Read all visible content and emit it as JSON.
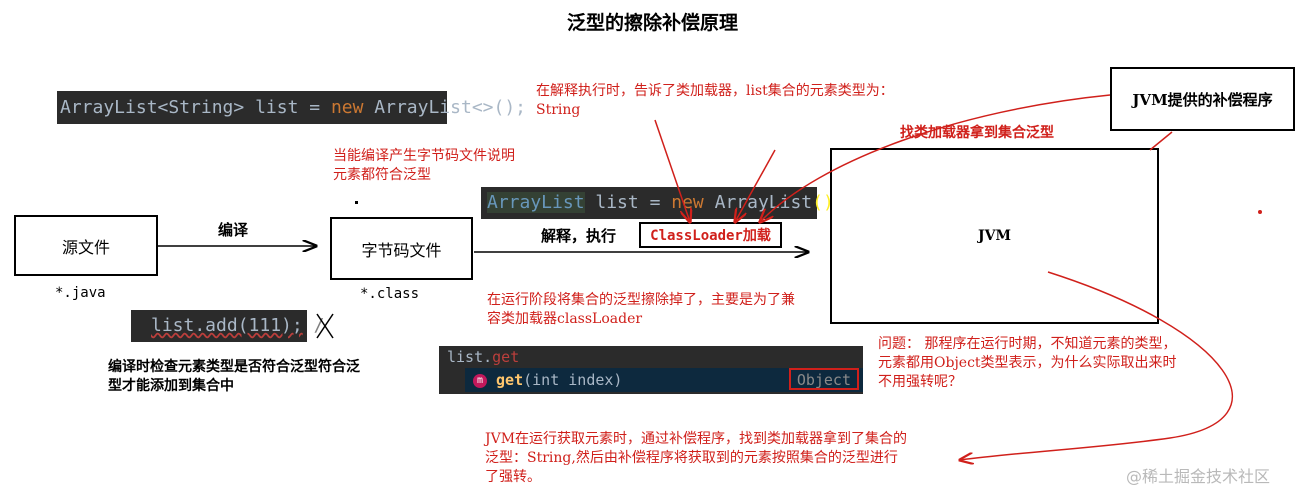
{
  "title": "泛型的擦除补偿原理",
  "code_top": {
    "part1": "ArrayList<String> list = ",
    "kw": "new",
    "part2": " ArrayList<>();"
  },
  "note_runtime": "在解释执行时，告诉了类加载器，list集合的元素类型为：String",
  "box_jvm_comp": "JVM提供的补偿程序",
  "label_find_loader": "找类加载器拿到集合泛型",
  "note_compile_ok": "当能编译产生字节码文件说明元素都符合泛型",
  "code_mid": {
    "part1": "ArrayList",
    "part2": " list = ",
    "kw": "new",
    "part3": " ArrayList",
    "part4": "();"
  },
  "box_source": "源文件",
  "label_compile": "编译",
  "box_bytecode": "字节码文件",
  "label_interpret": "解释，执行",
  "box_classloader": "ClassLoader加载",
  "box_jvm": "JVM",
  "ext_java": "*.java",
  "ext_class": "*.class",
  "note_erase": "在运行阶段将集合的泛型擦除掉了，主要是为了兼容类加载器classLoader",
  "code_add": "list.add(111);",
  "code_add_tail": "/",
  "note_check": "编译时检查元素类型是否符合泛型符合泛型才能添加到集合中",
  "autocomplete": {
    "typed": "list.",
    "typed_rest": "get",
    "item_icon": "m",
    "item_name": "get",
    "item_params": "(int index)",
    "item_type": "Object"
  },
  "note_question": "问题： 那程序在运行时期，不知道元素的类型，元素都用Object类型表示，为什么实际取出来时不用强转呢？",
  "note_answer": "JVM在运行获取元素时，通过补偿程序，找到类加载器拿到了集合的泛型：String,然后由补偿程序将获取到的元素按照集合的泛型进行了强转。",
  "watermark": "@稀土掘金技术社区"
}
